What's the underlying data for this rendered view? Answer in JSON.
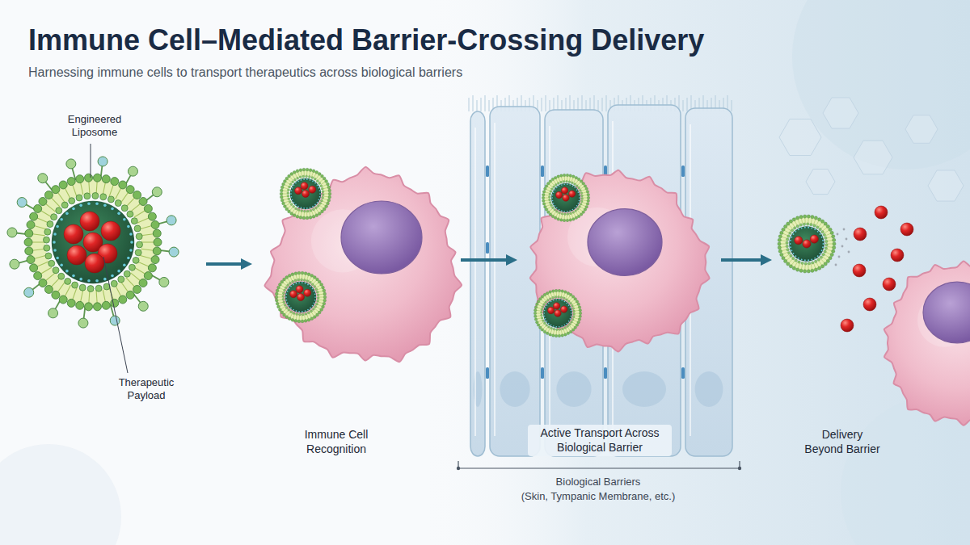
{
  "diagram": {
    "title": "Immune Cell–Mediated Barrier-Crossing Delivery",
    "nodes": [
      {
        "text": [
          "Engineered Liposome",
          "Therapeutic Payload"
        ]
      },
      {
        "text": [
          "Immune Cell Recognition"
        ]
      },
      {
        "text": [
          "Active Transport Across Biological Barrier"
        ]
      },
      {
        "text": [
          "Delivery Beyond Barrier"
        ]
      }
    ],
    "edges": [
      {
        "from": 0,
        "to": 1,
        "arrow": "to"
      },
      {
        "from": 1,
        "to": 2,
        "arrow": "to"
      },
      {
        "from": 2,
        "to": 3,
        "arrow": "to"
      }
    ],
    "labels": [
      "Harnessing immune cells to transport therapeutics across biological barriers",
      "Biological Barriers",
      "(Skin, Tympanic Membrane, etc.)"
    ]
  }
}
